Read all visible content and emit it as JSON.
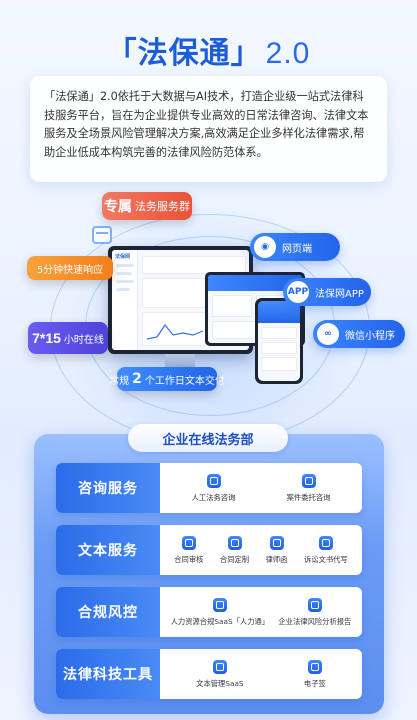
{
  "header": {
    "title": "「法保通」",
    "version": "2.0"
  },
  "intro": {
    "text": "「法保通」2.0依托于大数据与AI技术，打造企业级一站式法律科技服务平台，旨在为企业提供专业高效的日常法律咨询、法律文本服务及全场景风险管理解决方案,高效满足企业多样化法律需求,帮助企业低成本构筑完善的法律风险防范体系。"
  },
  "hero": {
    "badge_exclusive_big": "专属",
    "badge_exclusive_small": "法务服务群",
    "badge_response": "5分钟快速响应",
    "badge_online_big": "7*15",
    "badge_online_small": "小时在线",
    "badge_delivery_pre": "常规",
    "badge_delivery_big": "2",
    "badge_delivery_post": "个工作日文本交付",
    "channels": [
      {
        "label": "网页端",
        "icon": "globe-icon"
      },
      {
        "label": "法保网APP",
        "icon": "app-icon"
      },
      {
        "label": "微信小程序",
        "icon": "mini-program-icon"
      }
    ],
    "app_icon_text": "APP",
    "screen_logo": "法保网"
  },
  "department": {
    "title": "企业在线法务部",
    "rows": [
      {
        "label": "咨询服务",
        "items": [
          "人工法务咨询",
          "案件委托咨询"
        ]
      },
      {
        "label": "文本服务",
        "items": [
          "合同审核",
          "合同定制",
          "律师函",
          "诉讼文书代写"
        ]
      },
      {
        "label": "合规风控",
        "items": [
          "人力资源合规SaaS「人力通」",
          "企业法律风险分析报告"
        ]
      },
      {
        "label": "法律科技工具",
        "items": [
          "文本管理SaaS",
          "电子签"
        ]
      }
    ]
  },
  "colors": {
    "primary": "#2266e8",
    "accent_red": "#e9523a",
    "accent_orange": "#f17f1b",
    "accent_purple": "#4d43d8"
  }
}
